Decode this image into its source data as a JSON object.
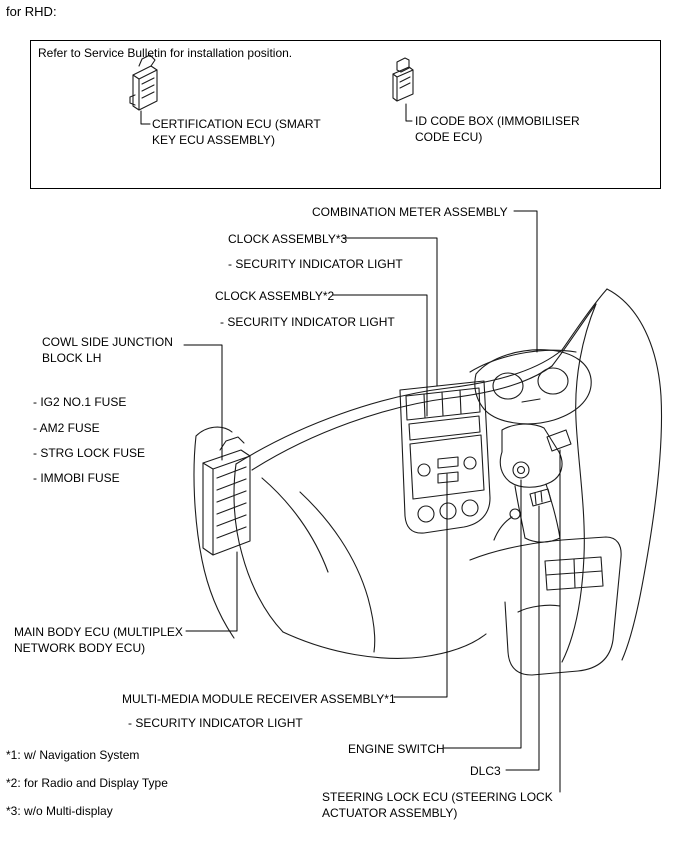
{
  "header": {
    "title": "for RHD:"
  },
  "bulletin": {
    "note": "Refer to Service Bulletin for installation position.",
    "certification_ecu": {
      "line1": "CERTIFICATION ECU (SMART",
      "line2": "KEY ECU ASSEMBLY)"
    },
    "id_code_box": {
      "line1": "ID CODE BOX (IMMOBILISER",
      "line2": "CODE ECU)"
    }
  },
  "labels": {
    "combination_meter": "COMBINATION METER ASSEMBLY",
    "clock_assembly_3": "CLOCK ASSEMBLY*3",
    "clock_assembly_3_sub": "- SECURITY INDICATOR LIGHT",
    "clock_assembly_2": "CLOCK ASSEMBLY*2",
    "clock_assembly_2_sub": "- SECURITY INDICATOR LIGHT",
    "cowl_side_junction": {
      "line1": "COWL SIDE JUNCTION",
      "line2": "BLOCK LH"
    },
    "fuse_ig2": "- IG2 NO.1 FUSE",
    "fuse_am2": "- AM2 FUSE",
    "fuse_strg_lock": "- STRG LOCK FUSE",
    "fuse_immobi": "- IMMOBI FUSE",
    "main_body_ecu": {
      "line1": "MAIN BODY ECU (MULTIPLEX",
      "line2": "NETWORK BODY ECU)"
    },
    "multimedia_receiver": "MULTI-MEDIA MODULE RECEIVER ASSEMBLY*1",
    "multimedia_receiver_sub": "- SECURITY INDICATOR LIGHT",
    "engine_switch": "ENGINE SWITCH",
    "dlc3": "DLC3",
    "steering_lock_ecu": {
      "line1": "STEERING LOCK ECU (STEERING LOCK",
      "line2": "ACTUATOR ASSEMBLY)"
    }
  },
  "footnotes": [
    "*1: w/ Navigation System",
    "*2: for Radio and Display Type",
    "*3: w/o Multi-display"
  ],
  "colors": {
    "line": "#1c1c1c",
    "leader": "#000000",
    "background": "#ffffff"
  }
}
